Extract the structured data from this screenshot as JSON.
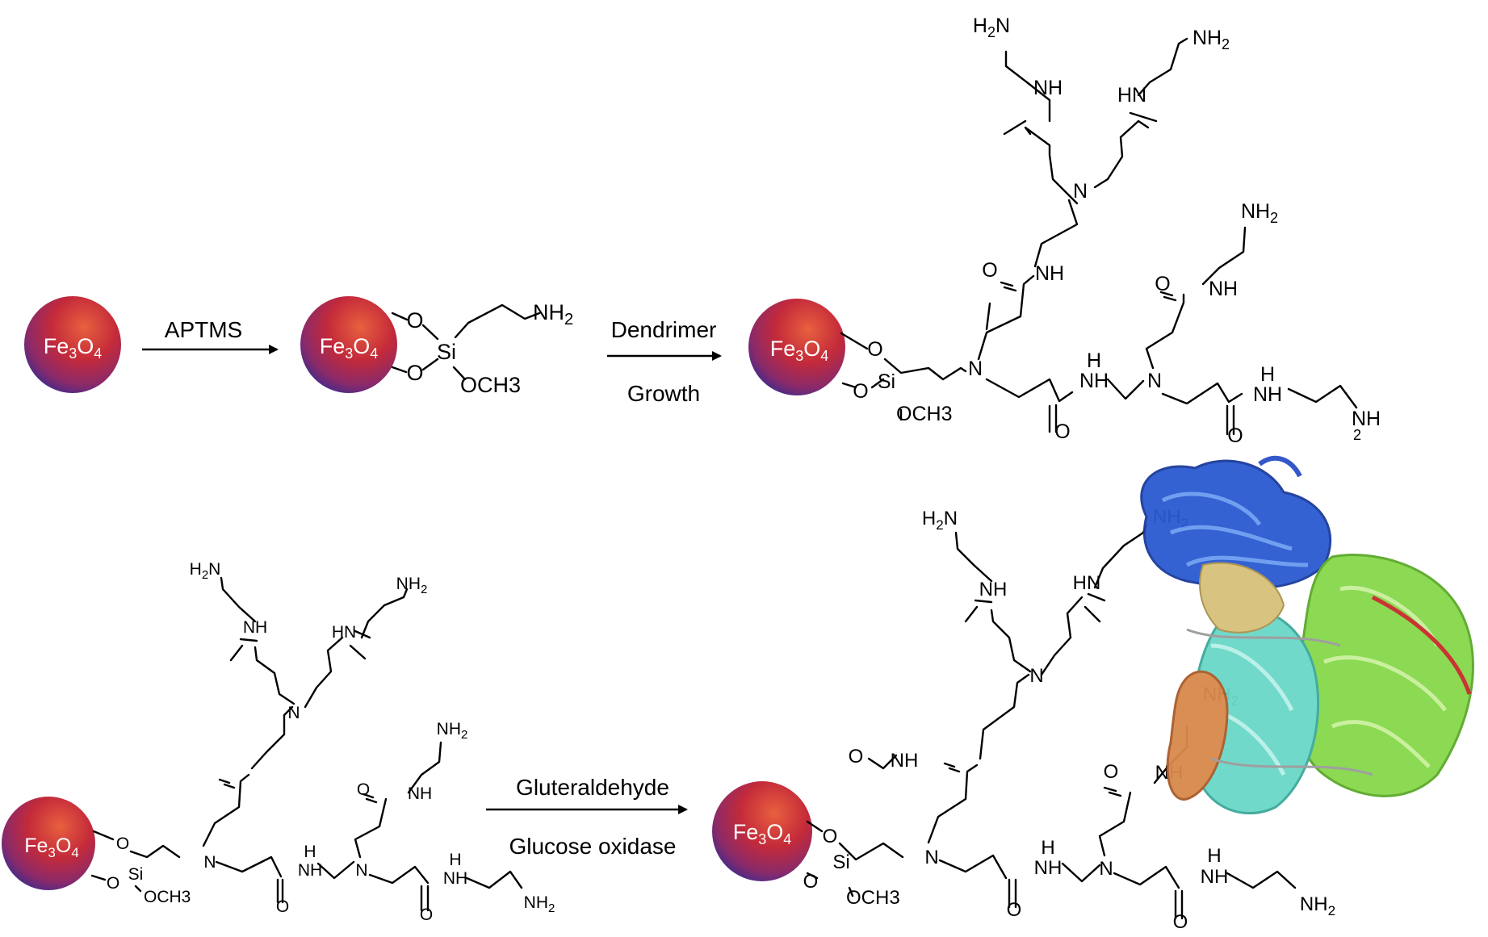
{
  "nanoparticle": {
    "label_main": "Fe",
    "sub_3": "3",
    "label_o": "O",
    "sub_4": "4"
  },
  "reactions": {
    "step1": {
      "label": "APTMS"
    },
    "step2": {
      "line1": "Dendrimer",
      "line2": "Growth"
    },
    "step3": {
      "line1": "Gluteraldehyde",
      "line2": "Glucose oxidase"
    }
  },
  "chem": {
    "O": "O",
    "Si": "Si",
    "OCH": "OCH",
    "CH3_sub": "3",
    "NH": "NH",
    "HN": "HN",
    "N": "N",
    "H": "H",
    "H2N_H": "H",
    "NH2_N": "NH",
    "sub2": "2"
  },
  "colors": {
    "np_core": "#c42a3a",
    "np_edge": "#4a2a8a",
    "np_highlight": "#e4584a",
    "protein_blue": "#2a4fc8",
    "protein_green": "#7cdc3a",
    "protein_cyan": "#6ad8c8",
    "protein_orange": "#d8894a",
    "protein_red": "#c82a2a"
  }
}
